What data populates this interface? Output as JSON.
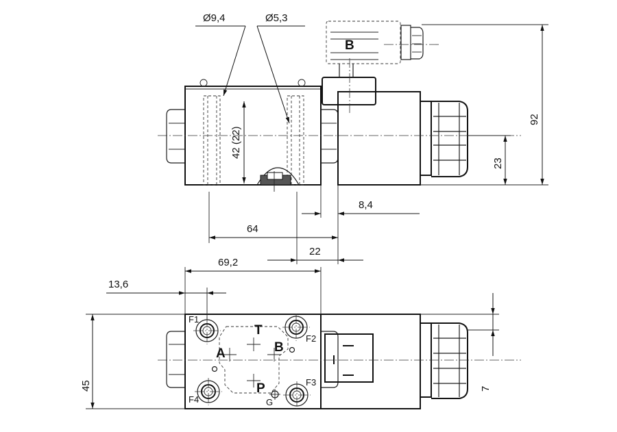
{
  "dimensions": {
    "dia_9_4": "Ø9,4",
    "dia_5_3": "Ø5,3",
    "height_92": "92",
    "height_42": "42 (22)",
    "height_23": "23",
    "length_8_4": "8,4",
    "length_64": "64",
    "length_69_2": "69,2",
    "length_22": "22",
    "length_13_6": "13,6",
    "height_45": "45",
    "height_7": "7"
  },
  "ports": {
    "A": "A",
    "B": "B",
    "P": "P",
    "T": "T",
    "connector_B": "B",
    "G": "G"
  },
  "holes": {
    "F1": "F1",
    "F2": "F2",
    "F3": "F3",
    "F4": "F4"
  }
}
